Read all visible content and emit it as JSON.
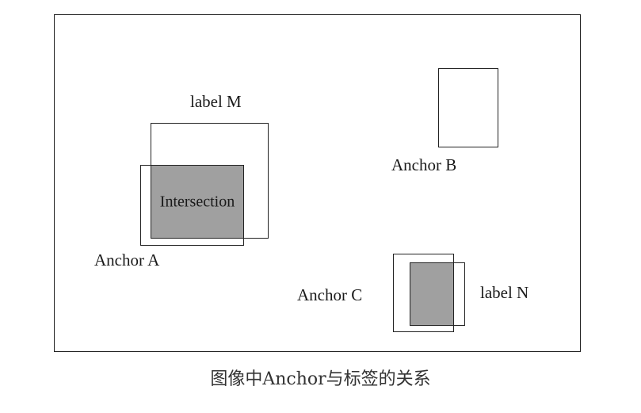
{
  "diagram": {
    "colors": {
      "fill": "#a0a0a0",
      "stroke": "#222222"
    },
    "labels": {
      "label_m": "label M",
      "anchor_a": "Anchor A",
      "intersection": "Intersection",
      "anchor_b": "Anchor B",
      "anchor_c": "Anchor C",
      "label_n": "label N"
    },
    "caption": "图像中Anchor与标签的关系"
  }
}
